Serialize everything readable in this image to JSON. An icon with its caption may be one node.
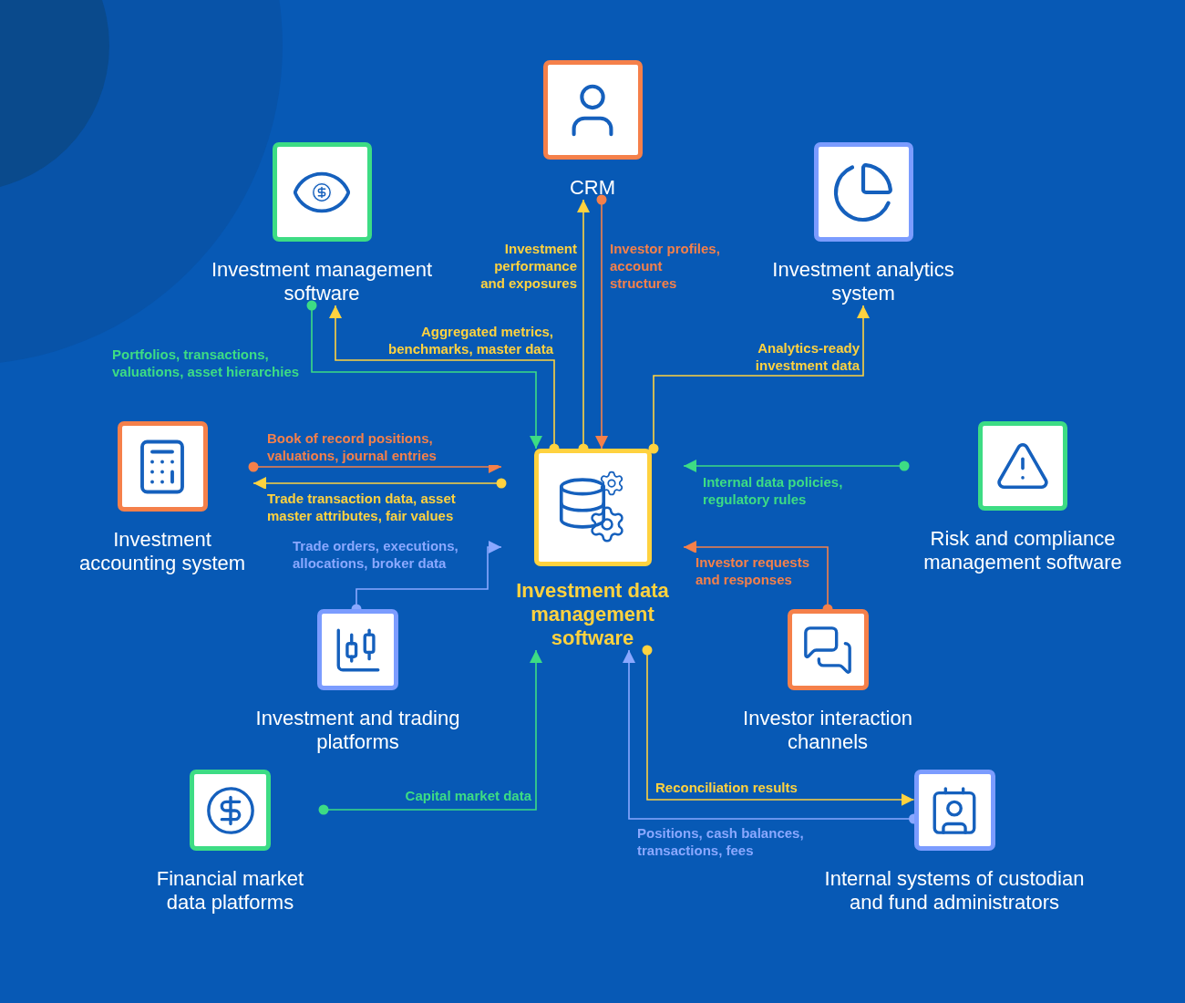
{
  "diagram": {
    "nodes": [
      {
        "text": [
          "CRM"
        ]
      },
      {
        "text": [
          "Investment management software"
        ]
      },
      {
        "text": [
          "Investment analytics system"
        ]
      },
      {
        "text": [
          "Investment accounting system"
        ]
      },
      {
        "text": [
          "Investment data management software"
        ]
      },
      {
        "text": [
          "Risk and compliance management software"
        ]
      },
      {
        "text": [
          "Investment and trading platforms"
        ]
      },
      {
        "text": [
          "Investor interaction channels"
        ]
      },
      {
        "text": [
          "Financial market data platforms"
        ]
      },
      {
        "text": [
          "Internal systems of custodian and fund administrators"
        ]
      }
    ],
    "edges": [
      {
        "from": 4,
        "to": 0,
        "arrow": "to",
        "label": "Investment performance and exposures",
        "color": "#ffd23f"
      },
      {
        "from": 0,
        "to": 4,
        "arrow": "to",
        "label": "Investor profiles, account structures",
        "color": "#f5804a"
      },
      {
        "from": 1,
        "to": 4,
        "arrow": "to",
        "label": "Portfolios, transactions, valuations, asset hierarchies",
        "color": "#3ddc84"
      },
      {
        "from": 4,
        "to": 1,
        "arrow": "to",
        "label": "Aggregated metrics, benchmarks, master data",
        "color": "#ffd23f"
      },
      {
        "from": 4,
        "to": 2,
        "arrow": "to",
        "label": "Analytics-ready investment data",
        "color": "#ffd23f"
      },
      {
        "from": 3,
        "to": 4,
        "arrow": "to",
        "label": "Book of record positions, valuations, journal entries",
        "color": "#f5804a"
      },
      {
        "from": 4,
        "to": 3,
        "arrow": "to",
        "label": "Trade transaction data, asset master attributes, fair values",
        "color": "#ffd23f"
      },
      {
        "from": 5,
        "to": 4,
        "arrow": "to",
        "label": "Internal data policies, regulatory rules",
        "color": "#3ddc84"
      },
      {
        "from": 6,
        "to": 4,
        "arrow": "to",
        "label": "Trade orders, executions, allocations, broker data",
        "color": "#8aa8ff"
      },
      {
        "from": 7,
        "to": 4,
        "arrow": "to",
        "label": "Investor requests and responses",
        "color": "#f5804a"
      },
      {
        "from": 8,
        "to": 4,
        "arrow": "to",
        "label": "Capital market data",
        "color": "#3ddc84"
      },
      {
        "from": 4,
        "to": 9,
        "arrow": "to",
        "label": "Reconciliation results",
        "color": "#ffd23f"
      },
      {
        "from": 9,
        "to": 4,
        "arrow": "to",
        "label": "Positions, cash balances, transactions, fees",
        "color": "#8aa8ff"
      }
    ]
  }
}
